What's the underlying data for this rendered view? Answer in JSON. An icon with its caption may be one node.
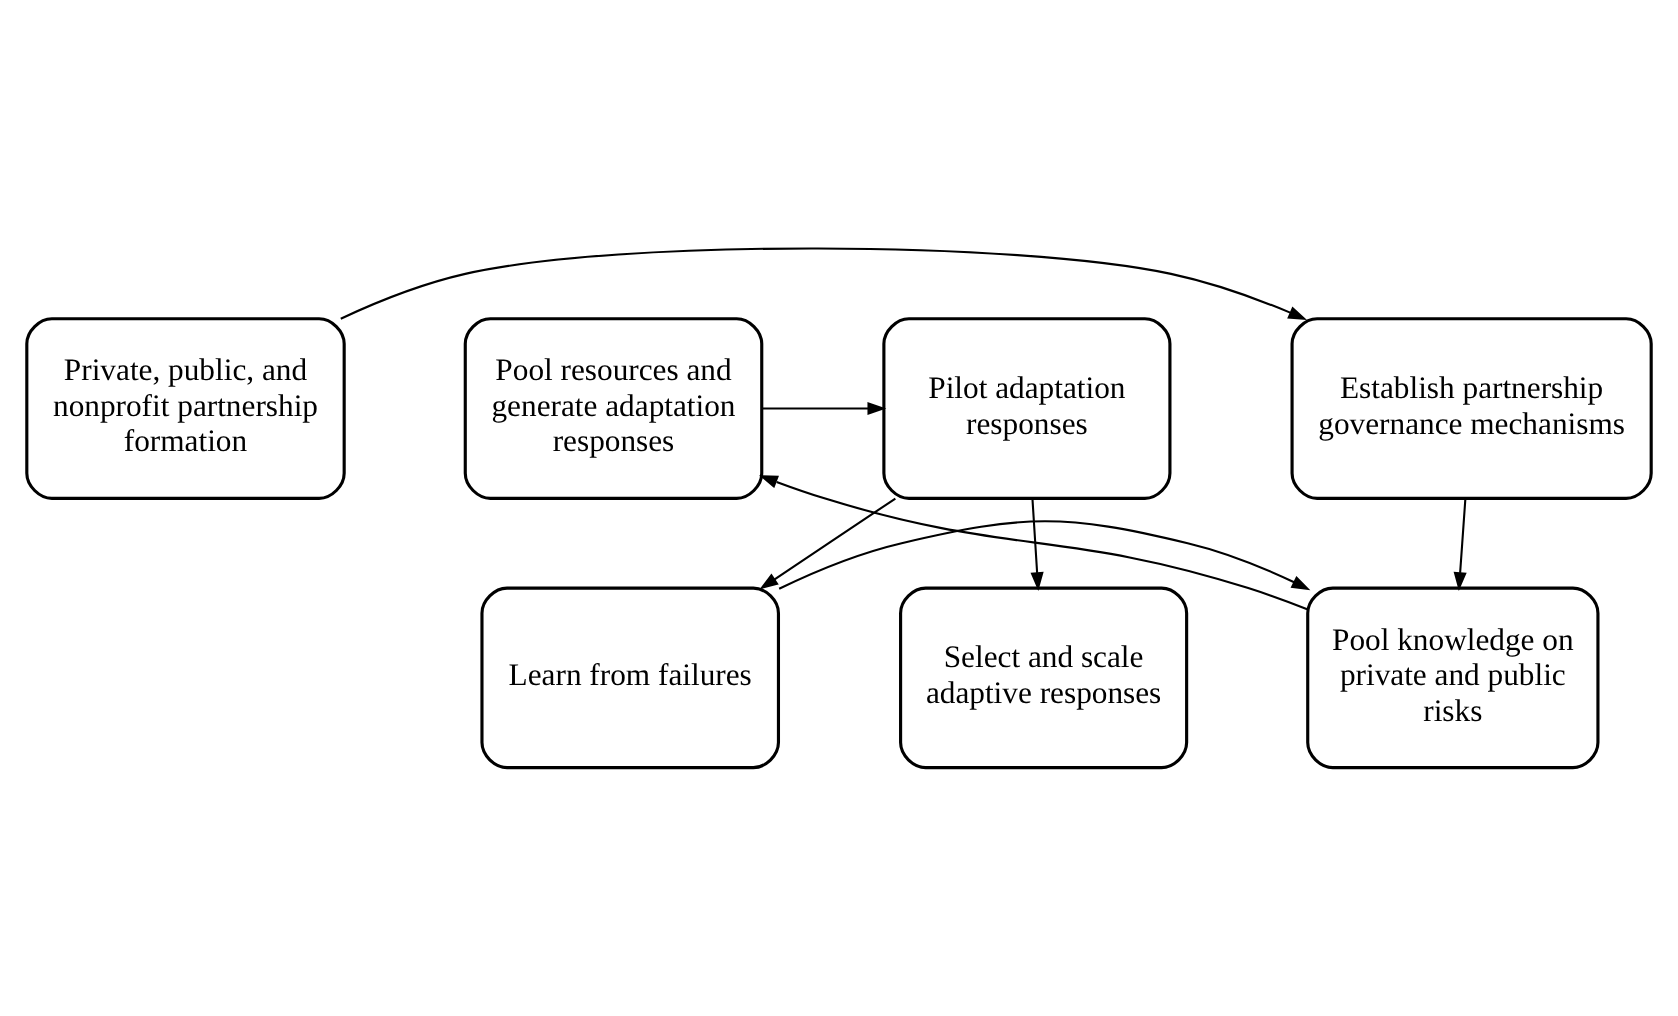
{
  "diagram": {
    "nodes": [
      {
        "text": [
          "Pool resources and generate adaptation responses"
        ]
      },
      {
        "text": [
          "Pilot adaptation responses"
        ]
      },
      {
        "text": [
          "Pool knowledge on private and public risks"
        ]
      },
      {
        "text": [
          "Learn from failures"
        ]
      },
      {
        "text": [
          "Select and scale adaptive responses"
        ]
      },
      {
        "text": [
          "Establish partnership governance mechanisms"
        ]
      },
      {
        "text": [
          "Private, public, and nonprofit partnership formation"
        ]
      }
    ],
    "edges": [
      {
        "from": 6,
        "to": 5,
        "arrow": "to"
      },
      {
        "from": 5,
        "to": 2,
        "arrow": "to"
      },
      {
        "from": 2,
        "to": 0,
        "arrow": "to"
      },
      {
        "from": 0,
        "to": 1,
        "arrow": "to"
      },
      {
        "from": 1,
        "to": 4,
        "arrow": "to"
      },
      {
        "from": 1,
        "to": 3,
        "arrow": "to"
      },
      {
        "from": 3,
        "to": 2,
        "arrow": "to"
      }
    ]
  }
}
